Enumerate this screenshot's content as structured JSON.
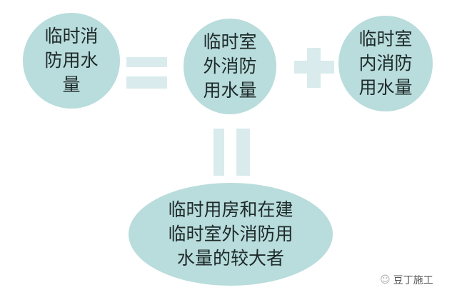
{
  "circles": [
    {
      "text": "临时消防用水量"
    },
    {
      "text": "临时室外消防用水量"
    },
    {
      "text": "临时室内消防用水量"
    }
  ],
  "result": {
    "text": "临时用房和在建临时室外消防用水量的较大者"
  },
  "watermark": {
    "text": "豆丁施工",
    "icon": "wechat-icon"
  },
  "colors": {
    "circle": "#b9dcdc",
    "symbol": "#d9ebec"
  }
}
